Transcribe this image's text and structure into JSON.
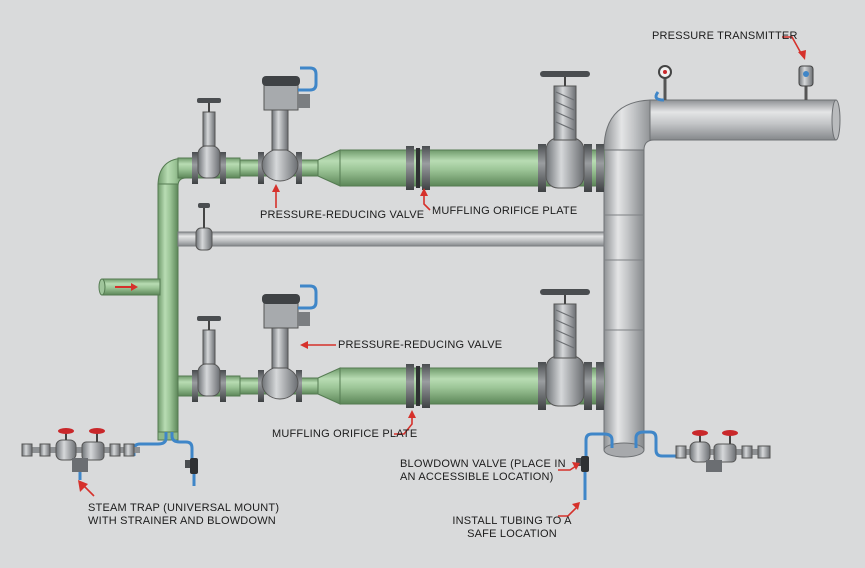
{
  "labels": {
    "pressure_transmitter": "PRESSURE TRANSMITTER",
    "prv_top": "PRESSURE-REDUCING VALVE",
    "orifice_top": "MUFFLING ORIFICE PLATE",
    "prv_bottom": "PRESSURE-REDUCING VALVE",
    "orifice_bottom": "MUFFLING ORIFICE PLATE",
    "blowdown_line1": "BLOWDOWN VALVE (PLACE IN",
    "blowdown_line2": "AN ACCESSIBLE LOCATION)",
    "steam_trap_line1": "STEAM TRAP (UNIVERSAL MOUNT)",
    "steam_trap_line2": "WITH STRAINER AND BLOWDOWN",
    "tubing_line1": "INSTALL TUBING TO A",
    "tubing_line2": "SAFE LOCATION"
  },
  "colors": {
    "background": "#d9dadb",
    "steam_pipe": "#9fc59b",
    "header_pipe": "#b9bbbd",
    "valve_body": "#9a9ea2",
    "tubing": "#3f86c8",
    "arrow": "#d6312b",
    "handwheel": "#c9272a"
  }
}
